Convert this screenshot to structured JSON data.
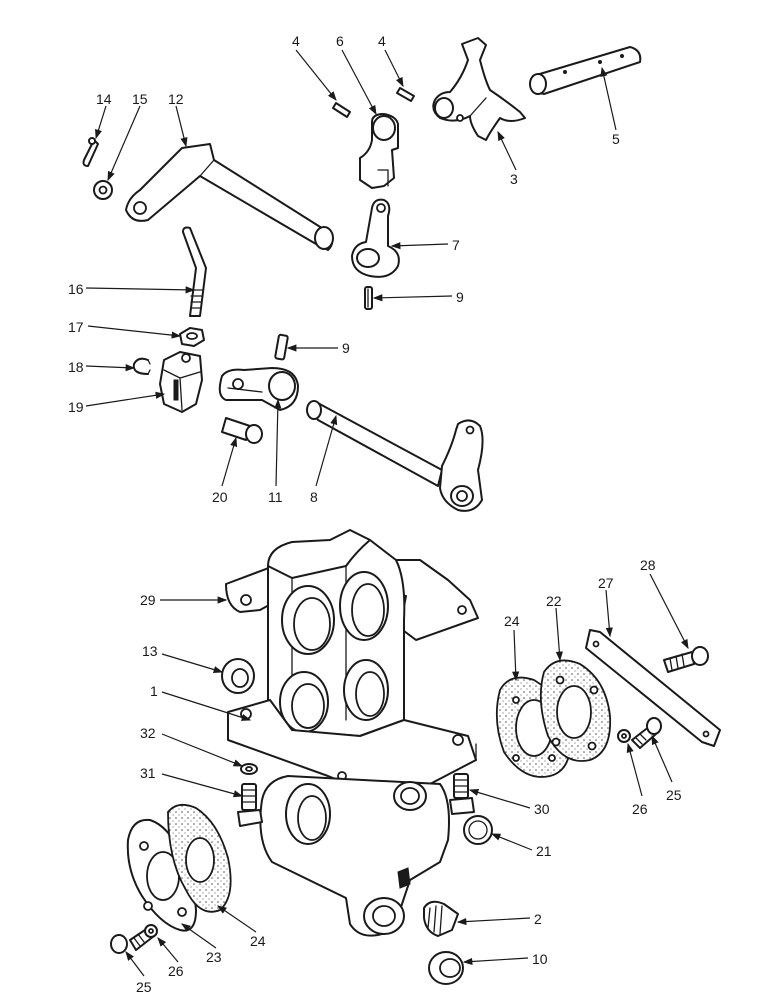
{
  "callouts": {
    "c1": "1",
    "c2": "2",
    "c3": "3",
    "c4a": "4",
    "c4b": "4",
    "c5": "5",
    "c6": "6",
    "c7": "7",
    "c8": "8",
    "c9a": "9",
    "c9b": "9",
    "c10": "10",
    "c11": "11",
    "c12": "12",
    "c13": "13",
    "c14": "14",
    "c15": "15",
    "c16": "16",
    "c17": "17",
    "c18": "18",
    "c19": "19",
    "c20": "20",
    "c21": "21",
    "c22": "22",
    "c23": "23",
    "c24a": "24",
    "c24b": "24",
    "c25a": "25",
    "c25b": "25",
    "c26a": "26",
    "c26b": "26",
    "c27": "27",
    "c28": "28",
    "c29": "29",
    "c30": "30",
    "c31": "31",
    "c32": "32"
  },
  "colors": {
    "line": "#1a1a1a",
    "background": "#ffffff",
    "shade": "#d8d8d8"
  }
}
